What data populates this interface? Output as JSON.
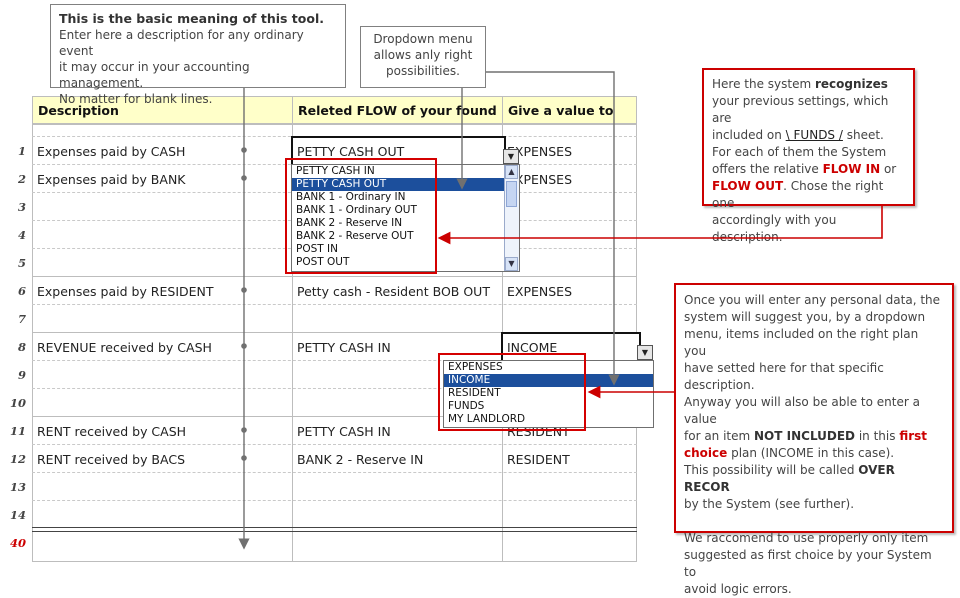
{
  "sheet": {
    "headers": [
      "Description",
      "Releted FLOW of your found",
      "Give a value to"
    ],
    "rows": [
      {
        "num": "1",
        "desc": "Expenses paid by CASH",
        "flow": "PETTY CASH OUT",
        "value": "EXPENSES"
      },
      {
        "num": "2",
        "desc": "Expenses paid by BANK",
        "flow": "",
        "value": "EXPENSES"
      },
      {
        "num": "3",
        "desc": "",
        "flow": "",
        "value": ""
      },
      {
        "num": "4",
        "desc": "",
        "flow": "",
        "value": ""
      },
      {
        "num": "5",
        "desc": "",
        "flow": "",
        "value": ""
      },
      {
        "num": "6",
        "desc": "Expenses paid by RESIDENT",
        "flow": "Petty cash - Resident BOB OUT",
        "value": "EXPENSES"
      },
      {
        "num": "7",
        "desc": "",
        "flow": "",
        "value": ""
      },
      {
        "num": "8",
        "desc": "REVENUE received by CASH",
        "flow": "PETTY CASH IN",
        "value": "INCOME"
      },
      {
        "num": "9",
        "desc": "",
        "flow": "",
        "value": ""
      },
      {
        "num": "10",
        "desc": "",
        "flow": "",
        "value": ""
      },
      {
        "num": "11",
        "desc": "RENT received by CASH",
        "flow": "PETTY CASH IN",
        "value": "RESIDENT"
      },
      {
        "num": "12",
        "desc": "RENT received by BACS",
        "flow": "BANK 2 - Reserve IN",
        "value": "RESIDENT"
      },
      {
        "num": "13",
        "desc": "",
        "flow": "",
        "value": ""
      },
      {
        "num": "14",
        "desc": "",
        "flow": "",
        "value": ""
      }
    ],
    "last_row_num": "40"
  },
  "flow_dropdown": {
    "items": [
      "PETTY CASH IN",
      "PETTY CASH OUT",
      "BANK 1 - Ordinary IN",
      "BANK 1 - Ordinary OUT",
      "BANK 2 - Reserve IN",
      "BANK 2 - Reserve OUT",
      "POST IN",
      "POST OUT"
    ],
    "selected_index": 1
  },
  "value_dropdown": {
    "items": [
      "EXPENSES",
      "INCOME",
      "RESIDENT",
      "FUNDS",
      "MY LANDLORD"
    ],
    "selected_index": 1
  },
  "callouts": {
    "basic": {
      "title": "This is the basic meaning of this tool.",
      "lines": [
        "Enter here a description for any ordinary event",
        "it may occur in your accounting management.",
        "No matter for blank lines."
      ]
    },
    "dropdown": {
      "lines": [
        "Dropdown menu",
        "allows anly right",
        "possibilities."
      ]
    },
    "recognize": {
      "t1": "Here the system ",
      "t1b": "recognizes",
      "t2": "your previous settings, which are",
      "t3a": "included on ",
      "t3link": "\\ FUNDS /",
      "t3b": " sheet.",
      "t4": "For each of them the System",
      "t5a": "offers the relative ",
      "t5b": "FLOW IN",
      "t5c": " or",
      "t6a": "FLOW OUT",
      "t6b": ". Chose the right one",
      "t7": "accordingly with you description."
    },
    "personal": {
      "p1": "Once you will enter any personal data, the",
      "p2": "system will suggest you, by a dropdown",
      "p3": "menu, items included on the right plan you",
      "p4": "have setted here for that specific description.",
      "p5": "Anyway you will also be able to enter a value",
      "p6a": "for an item ",
      "p6b": "NOT INCLUDED",
      "p6c": " in this ",
      "p6d": "first",
      "p7a": "choice",
      "p7b": " plan (INCOME in this case).",
      "p8a": "This possibility will be called ",
      "p8b": "OVER RECOR",
      "p9": "by the System (see further).",
      "p10": "We raccomend to use properly only item",
      "p11": "suggested as first choice by your System to",
      "p12": "avoid logic errors."
    }
  },
  "icons": {
    "dropdown_arrow": "chevron-down-icon",
    "scroll_up": "scroll-up-icon",
    "scroll_down": "scroll-down-icon"
  },
  "colors": {
    "header_bg": "#ffffc9",
    "accent_red": "#cc0000",
    "selection_blue": "#1c4f9c"
  }
}
